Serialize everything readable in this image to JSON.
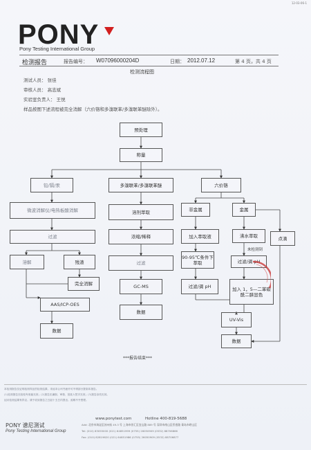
{
  "corner_code": "12-03-06-1",
  "logo": {
    "text": "PONY",
    "subtitle": "Pony Testing International Group"
  },
  "header": {
    "title": "检测报告",
    "report_no_label": "报告编号：",
    "report_no": "W07096000204D",
    "date_label": "日期：",
    "date": "2012.07.12",
    "page_info": "第 4 页，共 4 页"
  },
  "document": {
    "subtitle": "检测流程图",
    "info_lines": [
      "测试人员： 张佳",
      "审核人员： 高志斌",
      "实验室负责人： 王悦",
      "样品按图下述流程被完全消解（六价铬和多溴联苯/多溴联苯醚除外）。"
    ],
    "end_text": "***报告结束***"
  },
  "flow": {
    "pretreat": "预处理",
    "weigh": "称量",
    "lead": "铅/镉/汞",
    "pbb": "多溴联苯/多溴联苯醚",
    "cr6": "六价铬",
    "microwave": "微波消解仪/电热板酸消解",
    "solvent": "溶剂萃取",
    "nonmetal": "非金属",
    "metal": "金属",
    "filter1": "过滤",
    "concentrate": "浓缩/稀释",
    "add_extract": "加入萃取液",
    "boil_extract": "沸水萃取",
    "spot": "点滴",
    "dissolve": "溶解",
    "residue": "残渣",
    "filter2": "过滤",
    "cond": "90-95℃条件下萃取",
    "unknown": "未检测到",
    "filter_ph1": "过滤/调 pH",
    "full_digest": "完全消解",
    "gcms": "GC-MS",
    "filter_ph2": "过滤/调 pH",
    "add_reagent": "加入 1，5—二苯碳酰二肼显色",
    "aas": "AAS/ICP-OES",
    "data_center": "数据",
    "uvvis": "UV-Vis",
    "data_left": "数据",
    "data_right": "数据"
  },
  "footer": {
    "notes": [
      "本检测报告仅证明检测样品的检测结果，未经本公司书面许可不得部分复制本报告。",
      "(1)检测报告无检验专用章无效；(2)报告无编制、审核、批准人签字无效；(3)报告涂改无效。",
      "如对检测结果有异议，请于收到报告之日起十五日内提出，逾期不予受理。"
    ],
    "brand": "PONY 谱尼测试",
    "brand_en": "Pony Testing International Group",
    "website": "www.ponytest.com",
    "hotline": "Hotline 400-819-5688",
    "addr_line1": "Add: 北京市海淀区苏州街 49-3 号   上海市徐汇区宜山路 889 号   深圳市南山区侨香路   青岛市崂山区",
    "addr_line2": "Tel: (010) 83055000    (021) 64851999    (0755) 26050909    (0532) 88706866",
    "addr_line3": "Fax: (010) 82819620    (021) 64851986    (0755) 26050909    (0532) 88706877"
  }
}
